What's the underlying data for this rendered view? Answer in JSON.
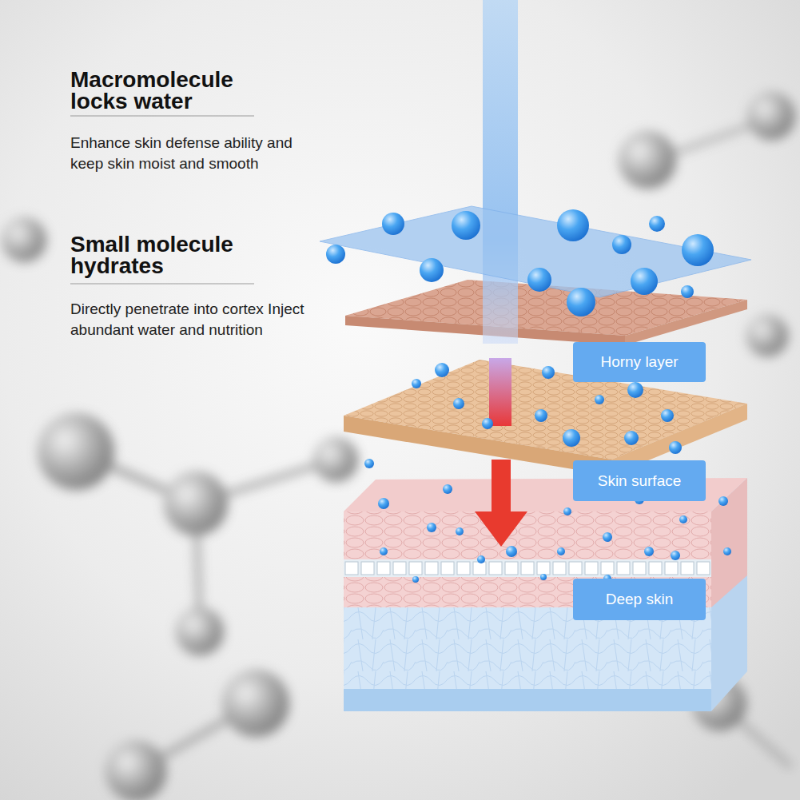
{
  "diagram": {
    "nodes": [
      {
        "text": [
          "Horny layer"
        ]
      },
      {
        "text": [
          "Skin surface"
        ]
      },
      {
        "text": [
          "Deep skin"
        ]
      }
    ],
    "labels": [
      "Macromolecule locks water",
      "Enhance skin defense ability and keep skin moist and smooth",
      "Small molecule hydrates",
      "Directly penetrate into cortex Inject abundant water and nutrition"
    ]
  }
}
